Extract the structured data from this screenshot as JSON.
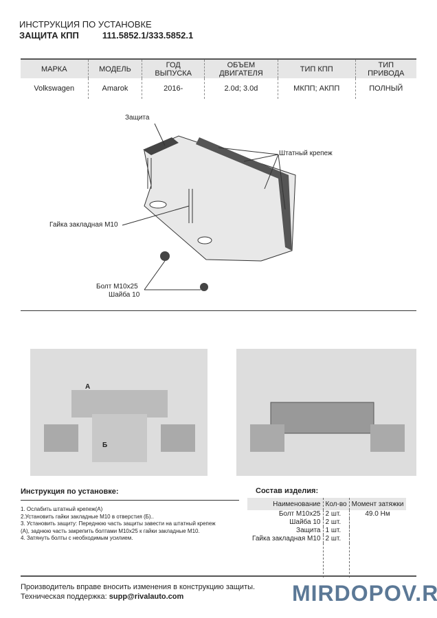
{
  "header": {
    "line1": "ИНСТРУКЦИЯ ПО УСТАНОВКЕ",
    "product": "ЗАЩИТА КПП",
    "article": "111.5852.1/333.5852.1"
  },
  "spec_table": {
    "headers": [
      [
        "МАРКА"
      ],
      [
        "МОДЕЛЬ"
      ],
      [
        "ГОД",
        "ВЫПУСКА"
      ],
      [
        "ОБЪЕМ",
        "ДВИГАТЕЛЯ"
      ],
      [
        "ТИП КПП"
      ],
      [
        "ТИП",
        "ПРИВОДА"
      ]
    ],
    "row": [
      "Volkswagen",
      "Amarok",
      "2016-",
      "2.0d; 3.0d",
      "МКПП; АКПП",
      "ПОЛНЫЙ"
    ]
  },
  "diagram": {
    "labels": {
      "guard": "Защита",
      "fasteners": "Штатный крепеж",
      "nut": "Гайка закладная М10",
      "bolt": "Болт М10х25",
      "washer": "Шайба 10"
    }
  },
  "photos": {
    "markers": {
      "a": "А",
      "b": "Б"
    }
  },
  "instructions": {
    "title": "Инструкция по установке:",
    "steps": [
      "1. Ослабить штатный крепеж(А)",
      "2.Установить гайки закладные М10 в отверстия (Б)..",
      "3. Установить защиту: Переднюю часть защиты завести на штатный крепеж",
      "(А), заднюю часть закрепить болтами М10х25 к гайки закладные М10.",
      "4. Затянуть болты с необходимым усилием."
    ]
  },
  "composition": {
    "title": "Состав изделия:",
    "headers": [
      "Наименование",
      "Кол-во",
      "Момент затяжки"
    ],
    "rows": [
      [
        "Болт М10х25",
        "2 шт.",
        "49.0 Нм"
      ],
      [
        "Шайба 10",
        "2 шт.",
        ""
      ],
      [
        "Защита",
        "1 шт.",
        ""
      ],
      [
        "Гайка закладная М10",
        "2 шт.",
        ""
      ]
    ]
  },
  "footer": {
    "note": "Производитель вправе вносить изменения в конструкцию защиты.",
    "support_label": "Техническая поддержка: ",
    "support_email": "supp@rivalauto.com"
  },
  "watermark": "MIRDOPOV.RU"
}
